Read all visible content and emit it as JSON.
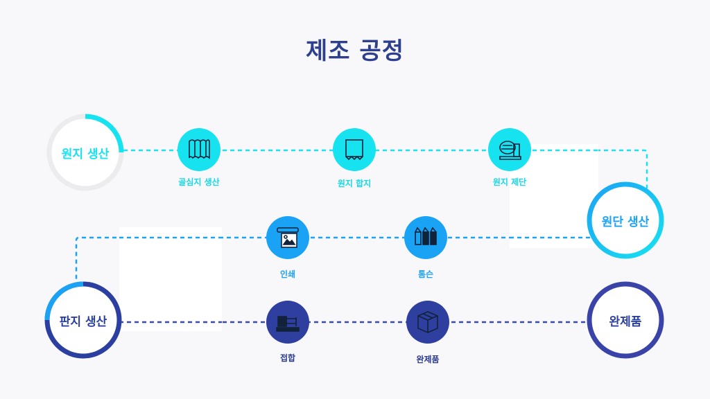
{
  "title": "제조 공정",
  "colors": {
    "cyan": "#17e2f0",
    "blue": "#1aa2f5",
    "navy": "#2f3f9f",
    "ring_gray": "#ececef",
    "title": "#2f3f8f"
  },
  "stages": {
    "raw_paper": "원지 생산",
    "roll": "원단 생산",
    "board": "판지 생산",
    "finished": "완제품"
  },
  "steps": {
    "corrugated": {
      "label": "골심지 생산",
      "icon": "corrugated-paper-icon"
    },
    "lamination": {
      "label": "원지 합지",
      "icon": "lamination-icon"
    },
    "cutting": {
      "label": "원지 제단",
      "icon": "cutting-machine-icon"
    },
    "printing": {
      "label": "인쇄",
      "icon": "printer-icon"
    },
    "thomson": {
      "label": "톰슨",
      "icon": "die-cut-icon"
    },
    "gluing": {
      "label": "접합",
      "icon": "gluing-machine-icon"
    },
    "product": {
      "label": "완제품",
      "icon": "box-icon"
    }
  }
}
